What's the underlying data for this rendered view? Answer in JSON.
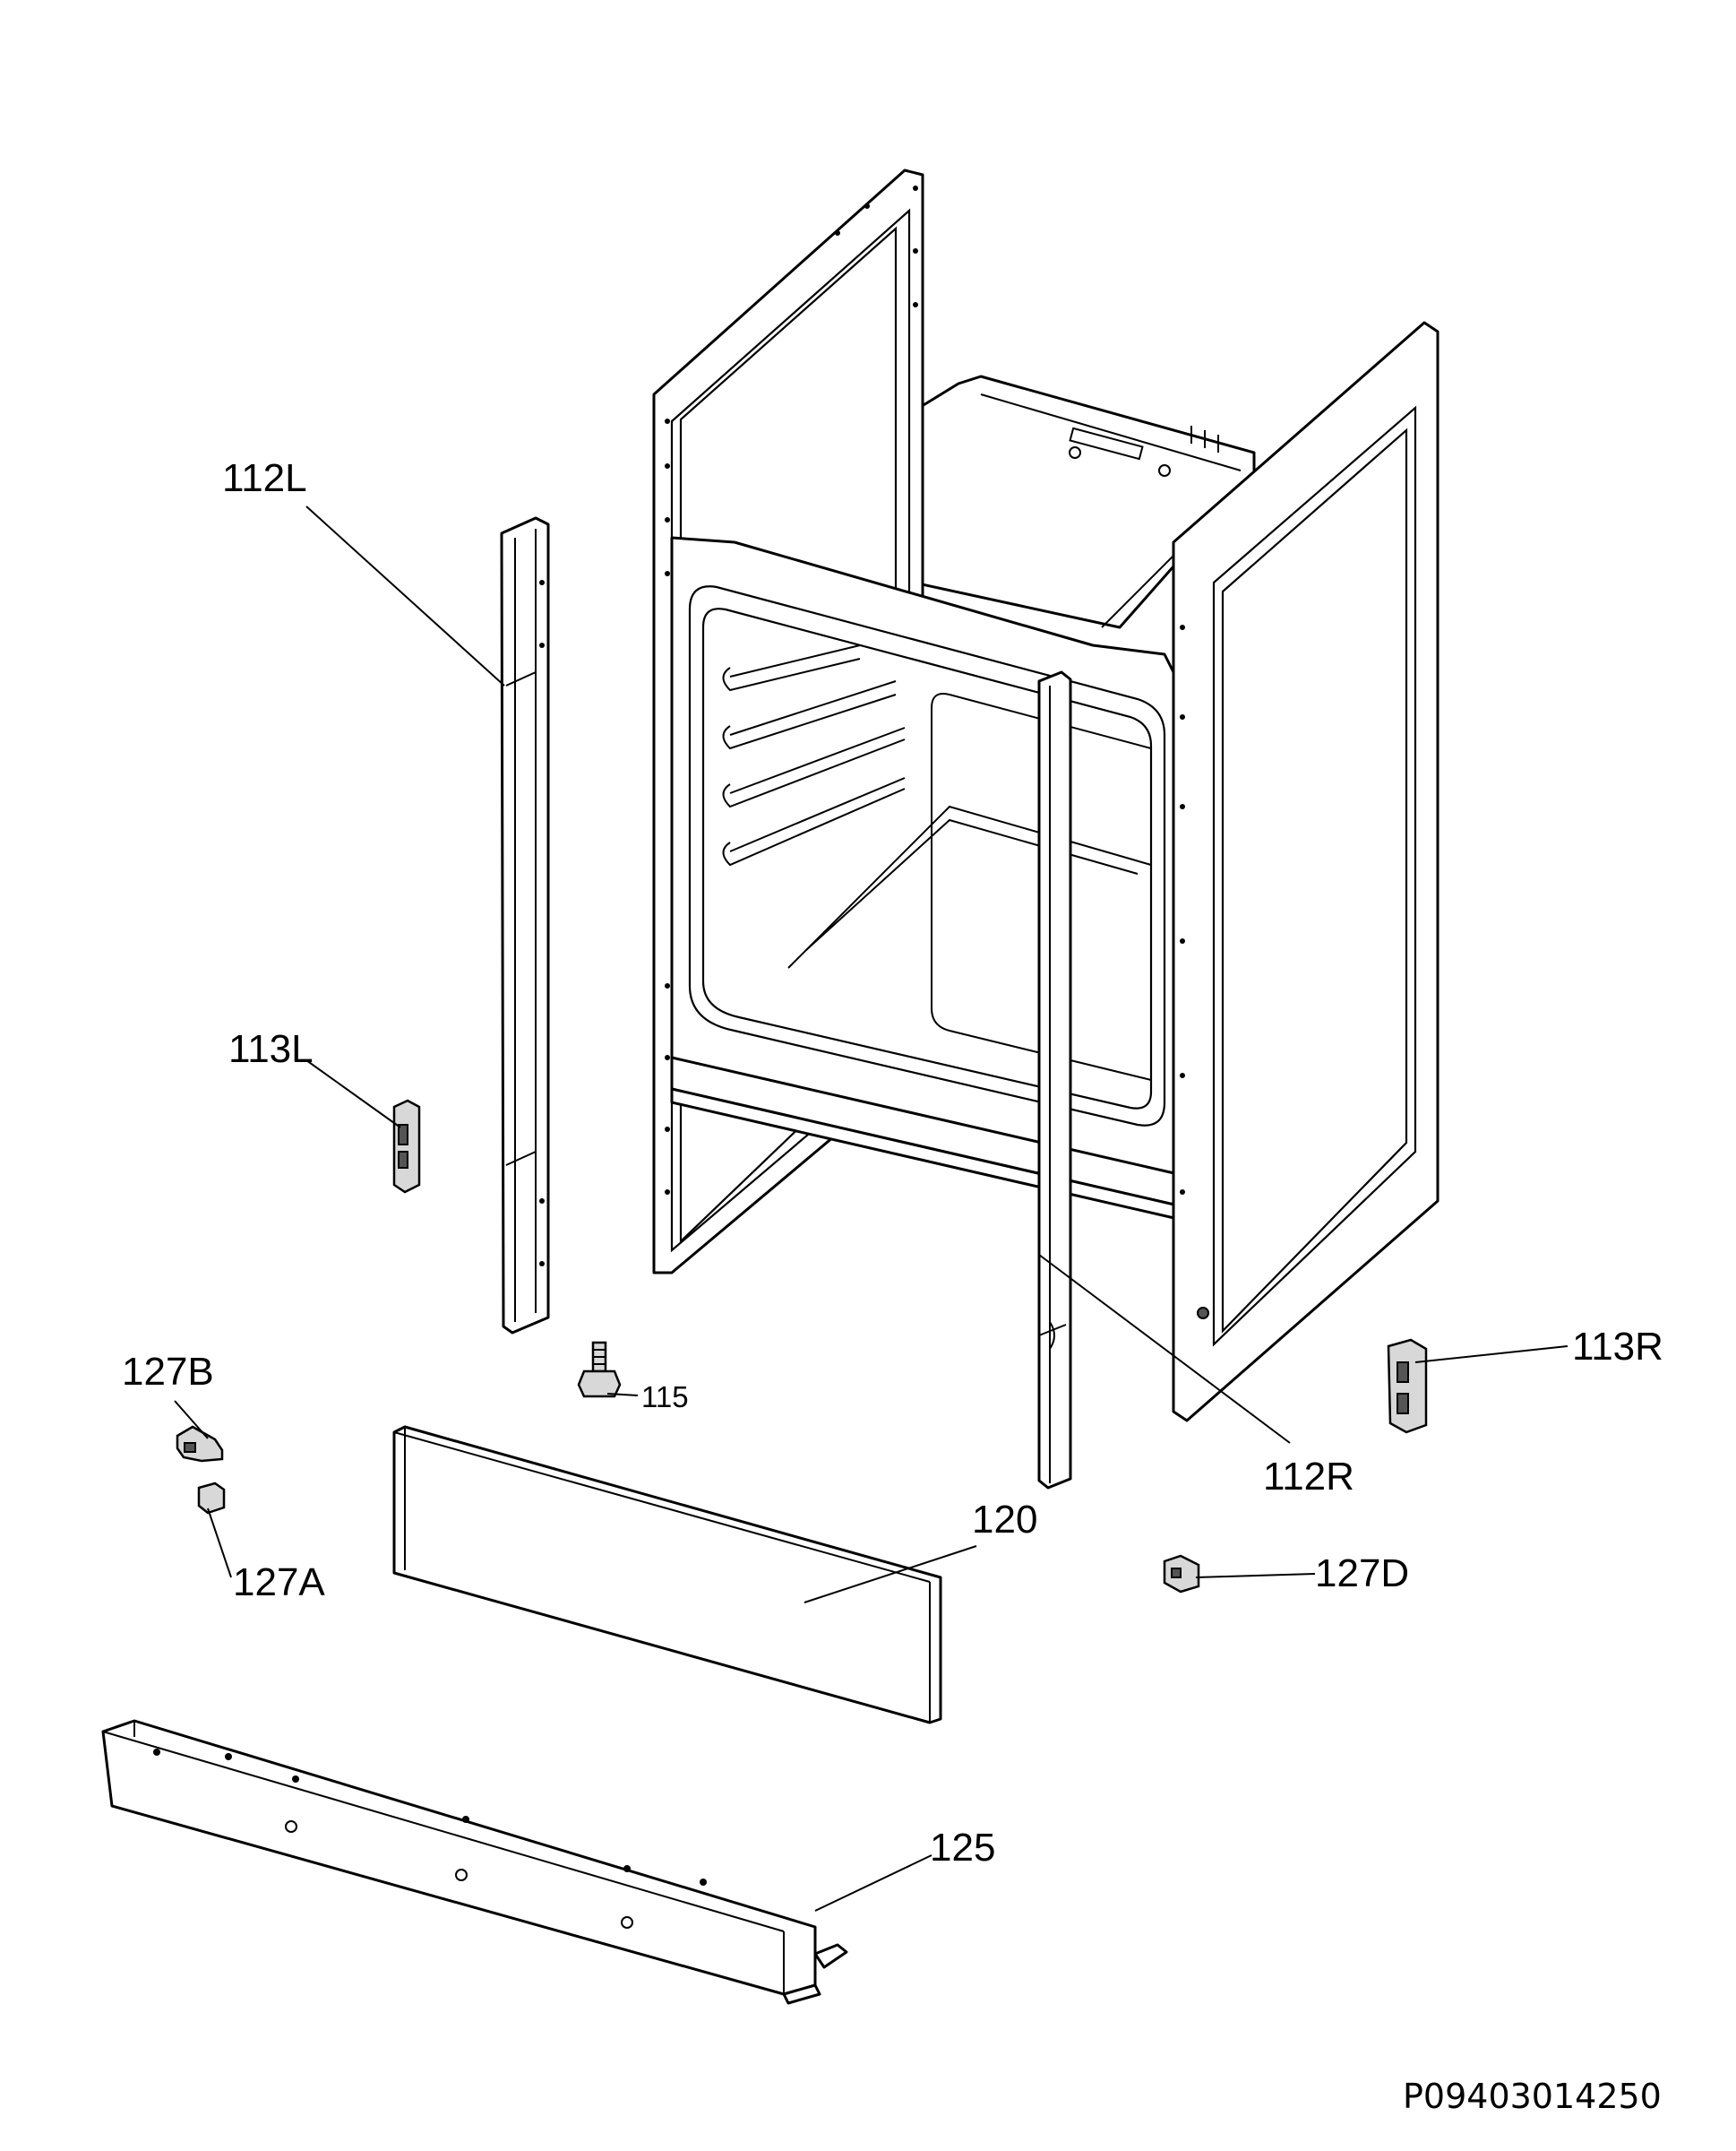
{
  "labels": {
    "p112L": "112L",
    "p113L": "113L",
    "p127B": "127B",
    "p115": "115",
    "p127A": "127A",
    "p120": "120",
    "p112R": "112R",
    "p113R": "113R",
    "p127D": "127D",
    "p125": "125"
  },
  "drawing_code": "P09403014250"
}
